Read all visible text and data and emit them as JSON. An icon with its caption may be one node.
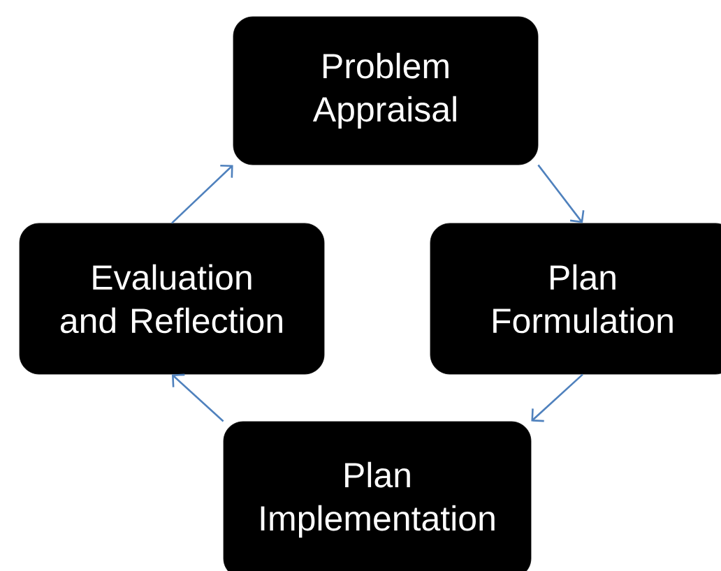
{
  "diagram": {
    "nodes": [
      {
        "text": [
          "Problem Appraisal"
        ]
      },
      {
        "text": [
          "Plan Formulation"
        ]
      },
      {
        "text": [
          "Plan Implementation"
        ]
      },
      {
        "text": [
          "Evaluation and Reflection"
        ]
      }
    ],
    "edges": [
      {
        "from": 0,
        "to": 1,
        "arrow": "to"
      },
      {
        "from": 1,
        "to": 2,
        "arrow": "to"
      },
      {
        "from": 2,
        "to": 3,
        "arrow": "to"
      },
      {
        "from": 3,
        "to": 0,
        "arrow": "to"
      }
    ]
  }
}
